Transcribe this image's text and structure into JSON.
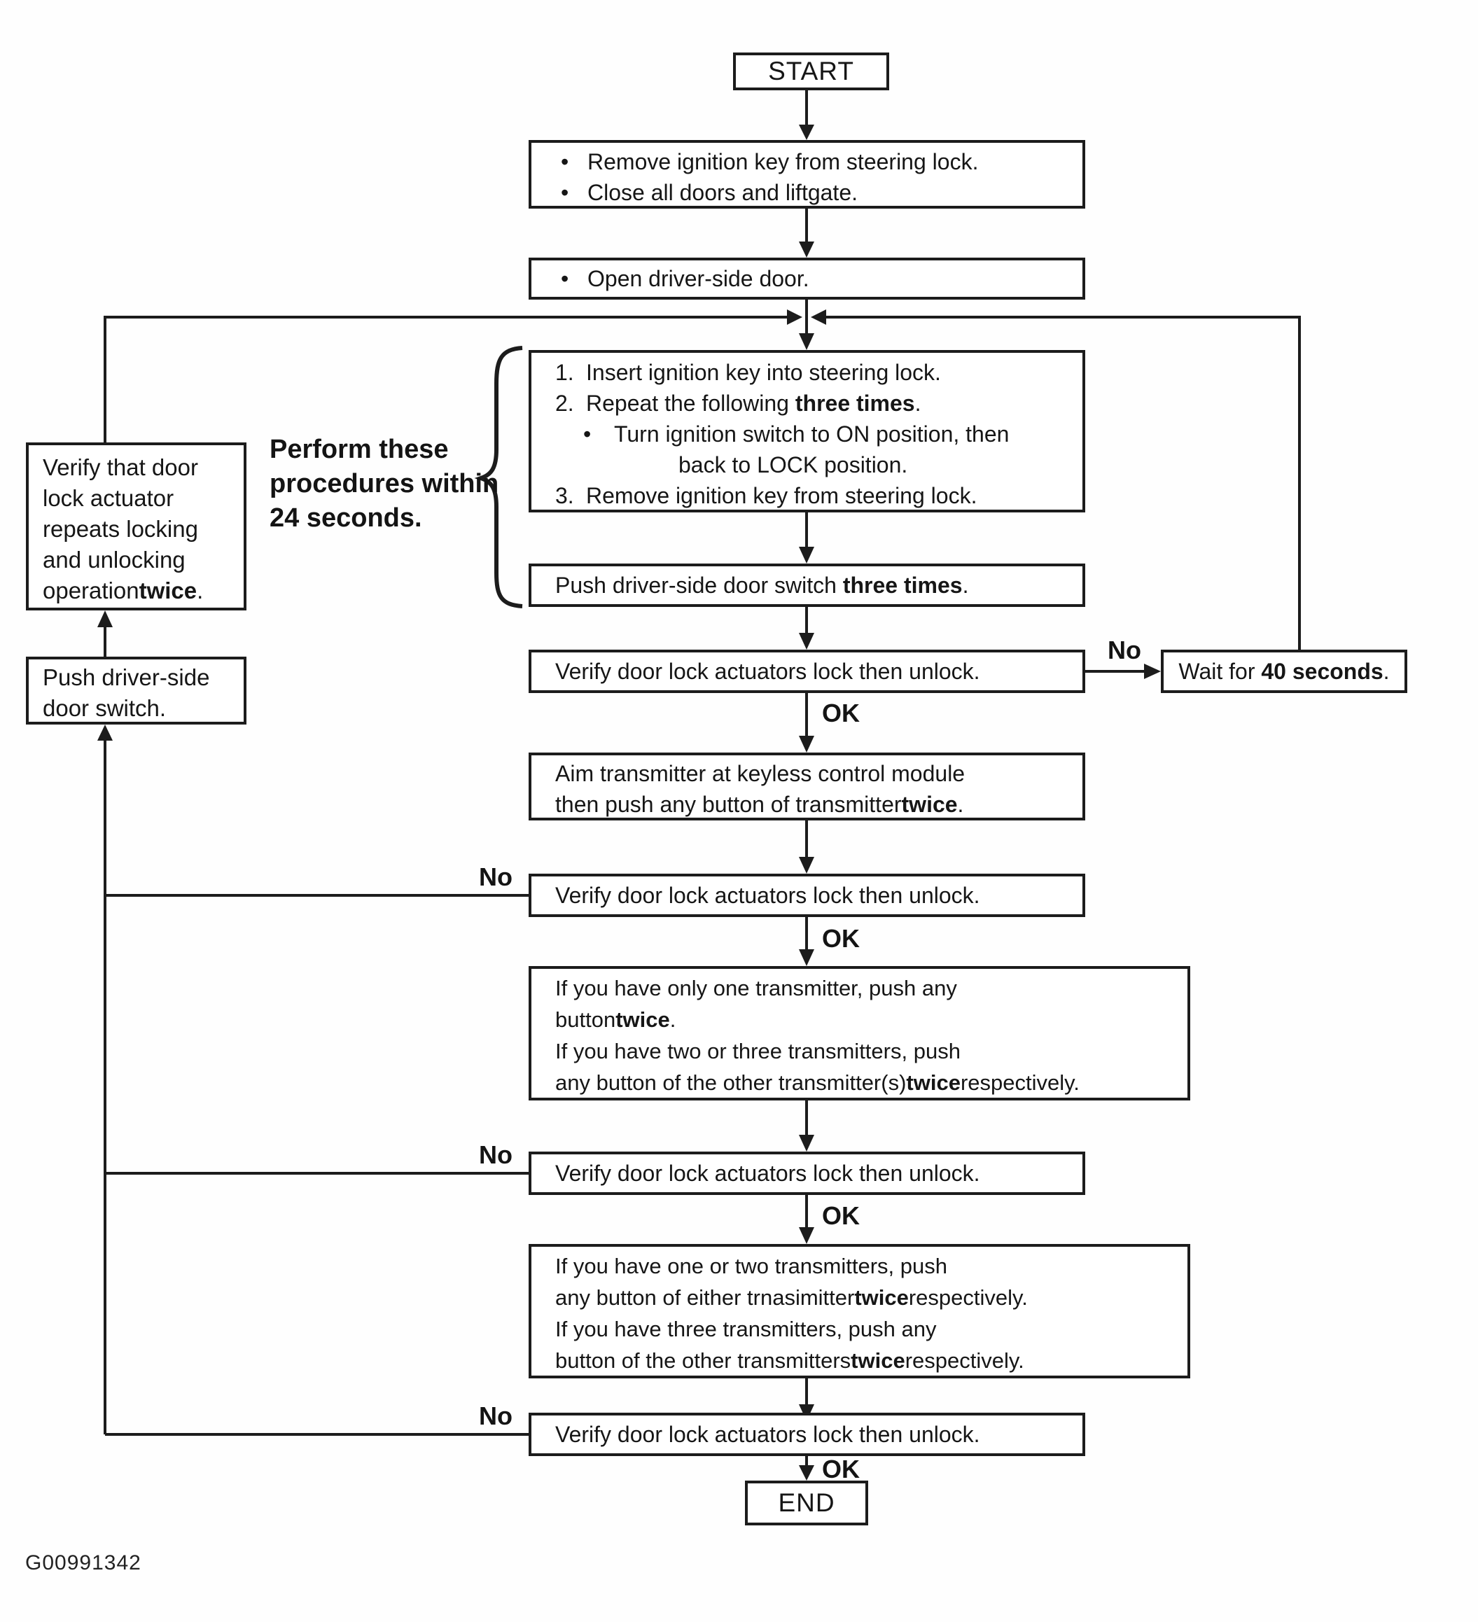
{
  "figure_code": "G00991342",
  "labels": {
    "ok": "OK",
    "no": "No"
  },
  "nodes": {
    "start": {
      "label": "START"
    },
    "prep": {
      "lines": [
        {
          "marker": "•",
          "segs": [
            {
              "t": "Remove ignition key from steering lock."
            }
          ]
        },
        {
          "marker": "•",
          "segs": [
            {
              "t": "Close all doors and liftgate."
            }
          ]
        }
      ]
    },
    "open_door": {
      "lines": [
        {
          "marker": "•",
          "segs": [
            {
              "t": "Open driver-side door."
            }
          ]
        }
      ]
    },
    "key_cycle": {
      "lines": [
        {
          "marker": "1.",
          "segs": [
            {
              "t": "Insert ignition key into steering lock."
            }
          ]
        },
        {
          "marker": "2.",
          "segs": [
            {
              "t": "Repeat the following "
            },
            {
              "t": "three times",
              "b": true
            },
            {
              "t": "."
            }
          ]
        },
        {
          "marker": "•",
          "segs": [
            {
              "t": "Turn ignition switch to ON position, then"
            }
          ]
        },
        {
          "marker": "",
          "segs": [
            {
              "t": "back to LOCK position."
            }
          ]
        },
        {
          "marker": "3.",
          "segs": [
            {
              "t": "Remove ignition key from steering lock."
            }
          ]
        }
      ]
    },
    "side_note": {
      "lines": [
        "Perform these",
        "procedures within",
        "24 seconds."
      ]
    },
    "push_three": {
      "segs": [
        {
          "t": "Push driver-side door switch "
        },
        {
          "t": "three times",
          "b": true
        },
        {
          "t": "."
        }
      ]
    },
    "verify": {
      "text": "Verify door lock actuators lock then unlock."
    },
    "wait": {
      "segs": [
        {
          "t": "Wait for "
        },
        {
          "t": "40 seconds",
          "b": true
        },
        {
          "t": "."
        }
      ]
    },
    "aim": {
      "lines": [
        {
          "segs": [
            {
              "t": "Aim transmitter at keyless control module"
            }
          ]
        },
        {
          "segs": [
            {
              "t": "then push any button of transmitter "
            },
            {
              "t": "twice",
              "b": true
            },
            {
              "t": "."
            }
          ]
        }
      ]
    },
    "single_transmitter": {
      "lines": [
        {
          "segs": [
            {
              "t": "If you have only one transmitter, push any"
            }
          ]
        },
        {
          "segs": [
            {
              "t": "button "
            },
            {
              "t": "twice",
              "b": true
            },
            {
              "t": "."
            }
          ]
        },
        {
          "segs": [
            {
              "t": "If you have two or three transmitters, push"
            }
          ]
        },
        {
          "segs": [
            {
              "t": "any button of the other transmitter(s) "
            },
            {
              "t": "twice",
              "b": true
            },
            {
              "t": " respectively."
            }
          ]
        }
      ]
    },
    "other_transmitters": {
      "lines": [
        {
          "segs": [
            {
              "t": "If you have one or two transmitters, push"
            }
          ]
        },
        {
          "segs": [
            {
              "t": "any button of either trnasimitter "
            },
            {
              "t": "twice",
              "b": true
            },
            {
              "t": " respectively."
            }
          ]
        },
        {
          "segs": [
            {
              "t": "If you have three transmitters, push any"
            }
          ]
        },
        {
          "segs": [
            {
              "t": "button of the other transmitters "
            },
            {
              "t": "twice",
              "b": true
            },
            {
              "t": " respectively."
            }
          ]
        }
      ]
    },
    "verify_actuator": {
      "lines": [
        {
          "segs": [
            {
              "t": "Verify that door"
            }
          ]
        },
        {
          "segs": [
            {
              "t": "lock actuator"
            }
          ]
        },
        {
          "segs": [
            {
              "t": "repeats locking"
            }
          ]
        },
        {
          "segs": [
            {
              "t": "and unlocking"
            }
          ]
        },
        {
          "segs": [
            {
              "t": "operation "
            },
            {
              "t": "twice",
              "b": true
            },
            {
              "t": "."
            }
          ]
        }
      ]
    },
    "push_door_switch": {
      "lines": [
        {
          "segs": [
            {
              "t": "Push driver-side"
            }
          ]
        },
        {
          "segs": [
            {
              "t": "door switch."
            }
          ]
        }
      ]
    },
    "end": {
      "label": "END"
    }
  }
}
